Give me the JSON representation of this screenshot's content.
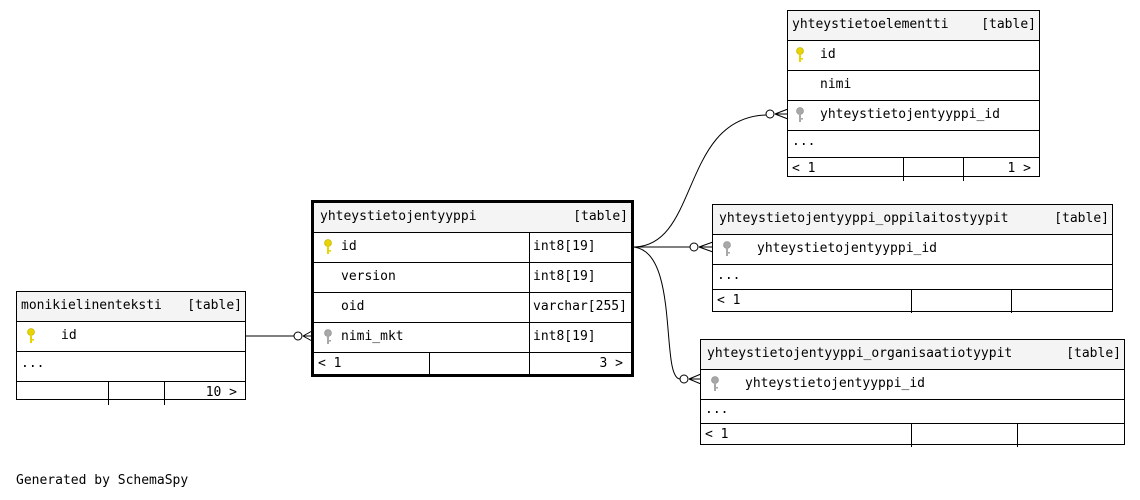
{
  "tables": {
    "monikielinenteksti": {
      "name": "monikielinenteksti",
      "kind": "[table]",
      "pk": "id",
      "more": "...",
      "parents": "",
      "children": "10 >"
    },
    "yhteystietojentyyppi": {
      "name": "yhteystietojentyyppi",
      "kind": "[table]",
      "columns": [
        {
          "name": "id",
          "type": "int8[19]",
          "key": "primary"
        },
        {
          "name": "version",
          "type": "int8[19]",
          "key": "none"
        },
        {
          "name": "oid",
          "type": "varchar[255]",
          "key": "none"
        },
        {
          "name": "nimi_mkt",
          "type": "int8[19]",
          "key": "foreign"
        }
      ],
      "parents": "< 1",
      "children": "3 >"
    },
    "yhteystietoelementti": {
      "name": "yhteystietoelementti",
      "kind": "[table]",
      "columns": [
        {
          "name": "id",
          "key": "primary"
        },
        {
          "name": "nimi",
          "key": "none"
        },
        {
          "name": "yhteystietojentyyppi_id",
          "key": "foreign"
        }
      ],
      "more": "...",
      "parents": "< 1",
      "children": "1 >"
    },
    "oppilaitostyypit": {
      "name": "yhteystietojentyyppi_oppilaitostyypit",
      "kind": "[table]",
      "fk": "yhteystietojentyyppi_id",
      "more": "...",
      "parents": "< 1"
    },
    "organisaatiotyypit": {
      "name": "yhteystietojentyyppi_organisaatiotyypit",
      "kind": "[table]",
      "fk": "yhteystietojentyyppi_id",
      "more": "...",
      "parents": "< 1"
    }
  },
  "colors": {
    "primary_key": "#e8d400",
    "foreign_key": "#a8a8a8",
    "header_bg": "#f4f4f4",
    "line": "#000000"
  },
  "footer": "Generated by SchemaSpy"
}
